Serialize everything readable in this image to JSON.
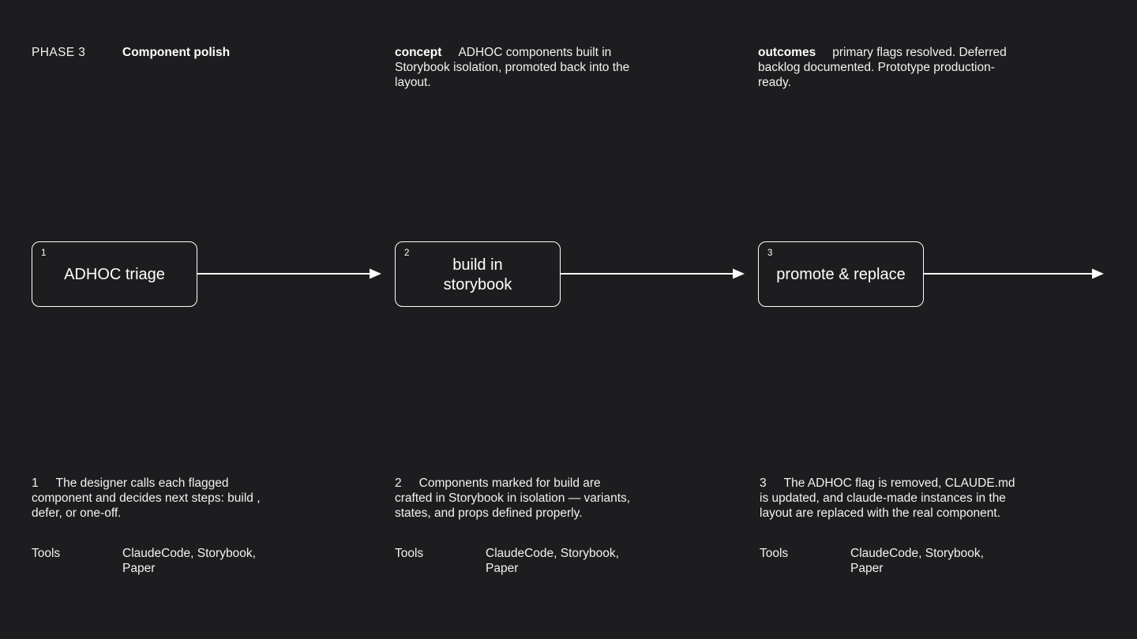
{
  "theme": {
    "background": "#1d1d1f",
    "text_primary": "#ffffff",
    "text_body": "#f2f2f2",
    "box_border": "#ffffff",
    "arrow_color": "#ffffff"
  },
  "header": {
    "phase_label": "PHASE 3",
    "phase_title": "Component polish",
    "concept": {
      "label": "concept",
      "lines": [
        "ADHOC components built in",
        "Storybook isolation, promoted back into the",
        "layout."
      ]
    },
    "outcomes": {
      "label": "outcomes",
      "lines": [
        "primary flags resolved. Deferred",
        "backlog documented. Prototype production-",
        "ready."
      ]
    }
  },
  "flow": {
    "steps": [
      {
        "number": "1",
        "label": "ADHOC triage"
      },
      {
        "number": "2",
        "label": "build in\nstorybook"
      },
      {
        "number": "3",
        "label": "promote & replace"
      }
    ]
  },
  "notes": [
    {
      "number": "1",
      "lines": [
        "The designer calls each flagged",
        "component and decides next steps: build ,",
        "defer, or one-off."
      ],
      "tools_label": "Tools",
      "tools_lines": [
        "ClaudeCode, Storybook,",
        "Paper"
      ]
    },
    {
      "number": "2",
      "lines": [
        "Components marked for build are",
        "crafted in Storybook in isolation — variants,",
        "states, and props defined properly."
      ],
      "tools_label": "Tools",
      "tools_lines": [
        "ClaudeCode, Storybook,",
        "Paper"
      ]
    },
    {
      "number": "3",
      "lines": [
        "The ADHOC flag is removed, CLAUDE.md",
        "is updated, and claude-made instances in the",
        "layout are replaced with the real component."
      ],
      "tools_label": "Tools",
      "tools_lines": [
        "ClaudeCode, Storybook,",
        "Paper"
      ]
    }
  ]
}
